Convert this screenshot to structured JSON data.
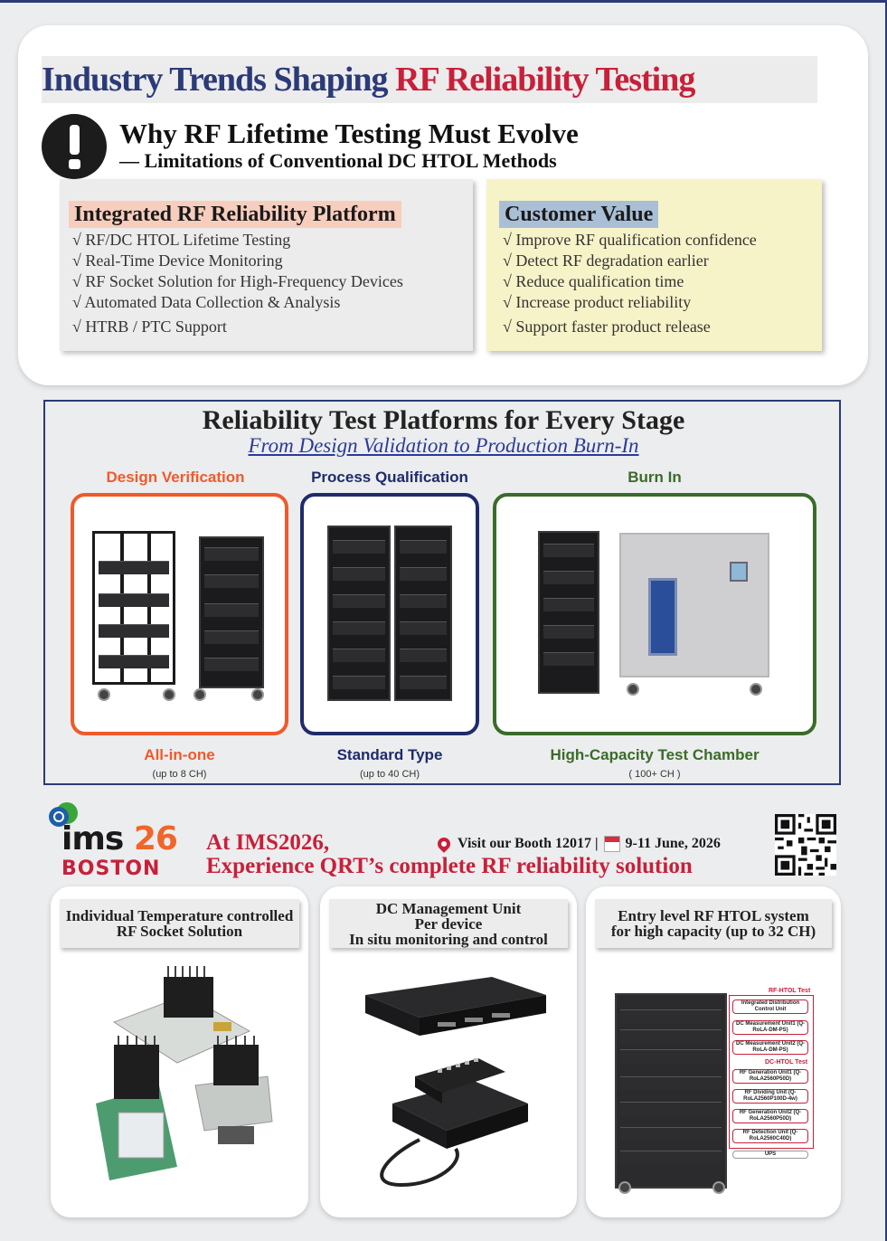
{
  "header": {
    "title_part1": "Industry Trends Shaping",
    "title_part2": "RF Reliability Testing",
    "why_title": "Why RF Lifetime Testing Must Evolve",
    "why_subtitle": "— Limitations of Conventional DC HTOL Methods"
  },
  "platform_box": {
    "title": "Integrated RF Reliability Platform",
    "items": [
      "√ RF/DC HTOL Lifetime Testing",
      "√ Real-Time Device Monitoring",
      "√ RF Socket Solution for High-Frequency Devices",
      "√ Automated Data Collection & Analysis",
      "√ HTRB / PTC Support"
    ]
  },
  "value_box": {
    "title": "Customer Value",
    "items": [
      "√ Improve RF qualification confidence",
      "√ Detect RF degradation earlier",
      "√ Reduce qualification time",
      "√ Increase product reliability",
      "√ Support faster product release"
    ]
  },
  "platforms": {
    "title": "Reliability Test Platforms for Every Stage",
    "subtitle": "From Design Validation to Production Burn-In",
    "stages": [
      {
        "stage": "Design Verification",
        "type": "All-in-one",
        "capacity": "(up to  8 CH)",
        "color": "#ef5a2b"
      },
      {
        "stage": "Process Qualification",
        "type": "Standard Type",
        "capacity": "(up to 40 CH)",
        "color": "#1f2b6b"
      },
      {
        "stage": "Burn In",
        "type": "High-Capacity Test Chamber",
        "capacity": "( 100+ CH )",
        "color": "#3b6b2a"
      }
    ]
  },
  "ims": {
    "logo_ims": "ims",
    "logo_num": "26",
    "logo_city": "BOSTON",
    "line1": "At IMS2026,",
    "line2": "Experience QRT’s complete RF reliability solution",
    "booth": "Visit our Booth 12017 |",
    "dates": "9-11 June, 2026"
  },
  "products": [
    {
      "lines": [
        "Individual Temperature controlled",
        "RF Socket Solution"
      ]
    },
    {
      "lines": [
        "DC Management Unit",
        "Per device",
        "In situ monitoring and control"
      ]
    },
    {
      "lines": [
        "Entry level RF HTOL system",
        "for high capacity (up to 32 CH)"
      ]
    }
  ],
  "rack_labels": {
    "rf_title": "RF-HTOL Test",
    "dc_title": "DC-HTOL Test",
    "items": [
      "Integrated Distribution Control Unit",
      "DC Measurement Unit1 (Q-RoLA-DM-PS)",
      "DC Measurement Unit2 (Q-RoLA-DM-PS)",
      "RF Generation Unit1 (Q-RoLA2560P50D)",
      "RF Dividing Unit (Q-RoLA2560P100D-4w)",
      "RF Generation Unit2 (Q-RoLA2560P50D)",
      "RF Detection Unit (Q-RoLA2560C40D)",
      "UPS"
    ]
  }
}
